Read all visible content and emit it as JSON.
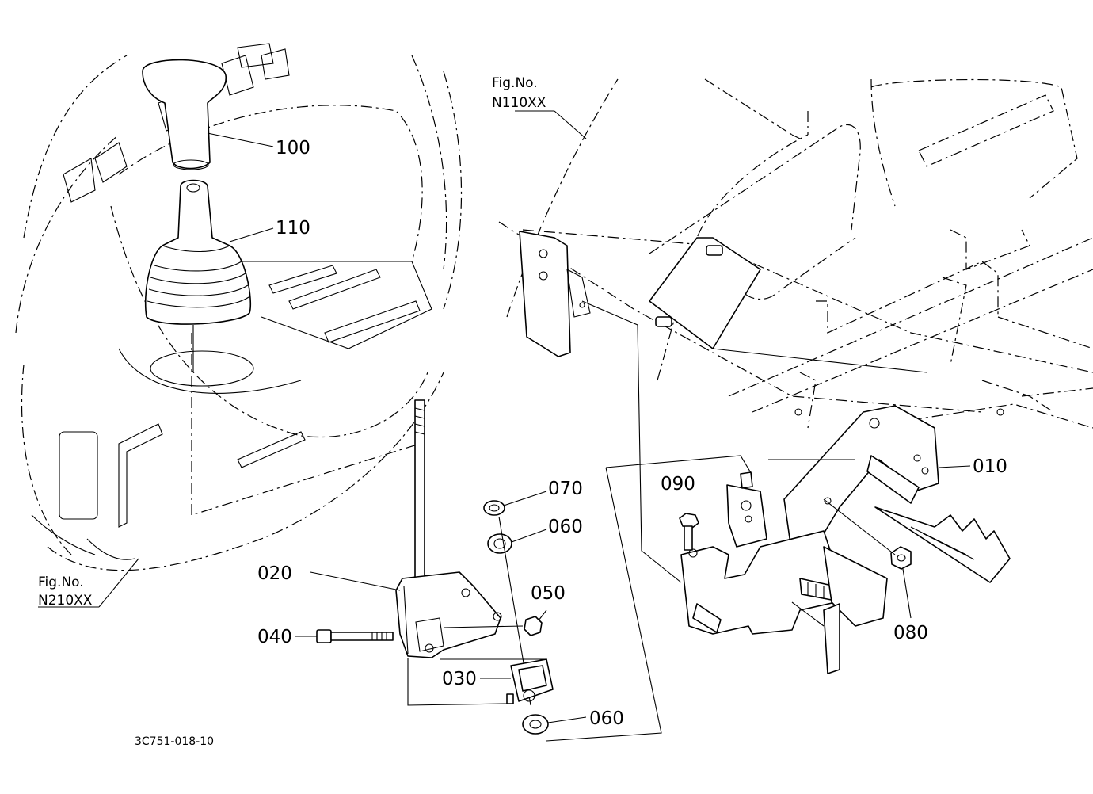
{
  "callouts": {
    "p100": "100",
    "p110": "110",
    "p010": "010",
    "p020": "020",
    "p030": "030",
    "p040": "040",
    "p050": "050",
    "p060a": "060",
    "p060b": "060",
    "p070": "070",
    "p080": "080",
    "p090": "090"
  },
  "figure_refs": {
    "top_label": "Fig.No.",
    "top_value": "N110XX",
    "bottom_label": "Fig.No.",
    "bottom_value": "N210XX"
  },
  "drawing_number": "3C751-018-10"
}
